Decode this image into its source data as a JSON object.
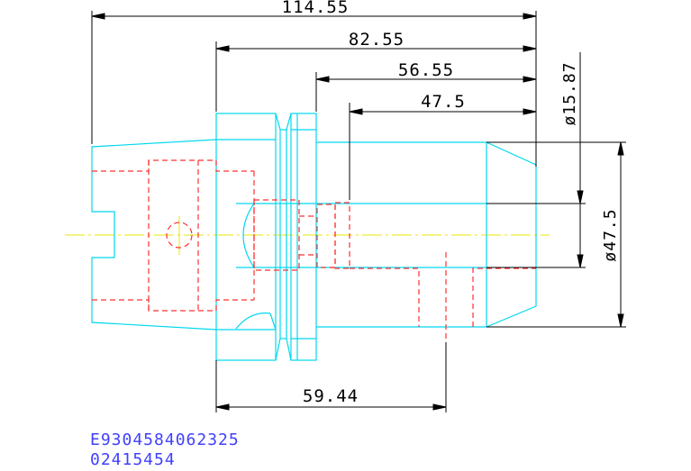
{
  "colors": {
    "outline": "#00d8f0",
    "hidden": "#ff3030",
    "centerline": "#e8e800",
    "dimension": "#000000",
    "codes": "#4040ff"
  },
  "dimensions": {
    "overall_length": "114.55",
    "flange_length": "82.55",
    "body_length": "56.55",
    "bore_depth": "47.5",
    "gauge_length": "59.44",
    "bore_diameter": "ø15.87",
    "body_diameter": "ø47.5"
  },
  "codes": {
    "part_number": "E9304584062325",
    "item_number": "02415454"
  }
}
